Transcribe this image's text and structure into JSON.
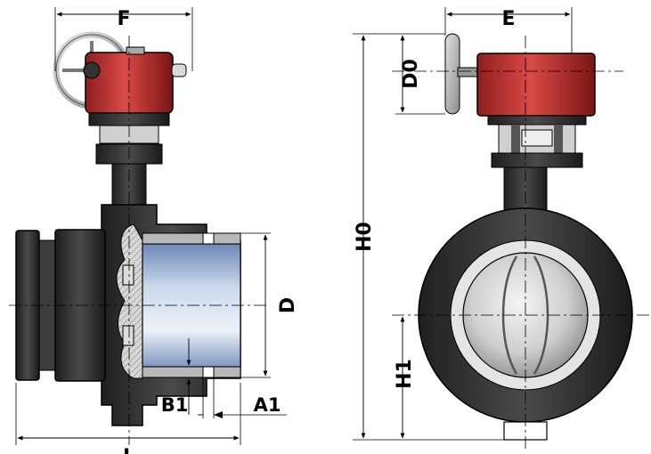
{
  "labels": {
    "F": "F",
    "E": "E",
    "D0": "D0",
    "H0": "H0",
    "D": "D",
    "H1": "H1",
    "B1": "B1",
    "A1": "A1",
    "L": "L"
  },
  "colors": {
    "actuator": "#cc3a3a",
    "body": "#2e2e2e",
    "bore": "#9fb6d6",
    "disc": "#c8c8c8",
    "line": "#000000"
  }
}
